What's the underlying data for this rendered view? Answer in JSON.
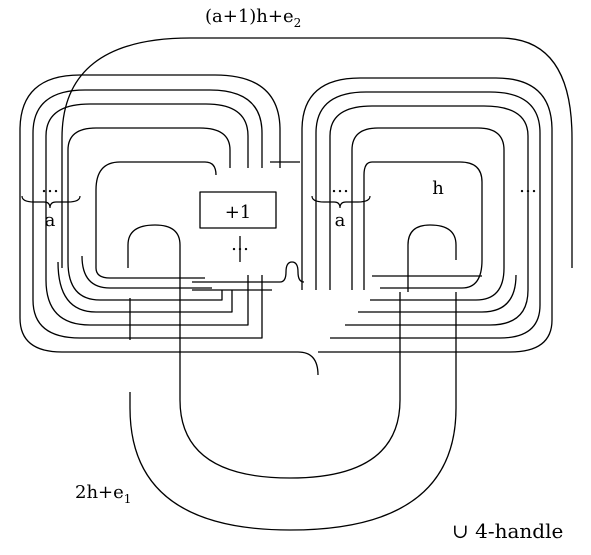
{
  "labels": {
    "top_label": "(a+1)h+e",
    "top_label_sub": "2",
    "bottom_label": "2h+e",
    "bottom_label_sub": "1",
    "handle_label": "∪ 4-handle",
    "box_label": "+1",
    "h_label": "h",
    "a_left": "a",
    "a_right": "a",
    "dots": "…"
  },
  "colors": {
    "stroke": "#000000",
    "background": "#ffffff"
  }
}
